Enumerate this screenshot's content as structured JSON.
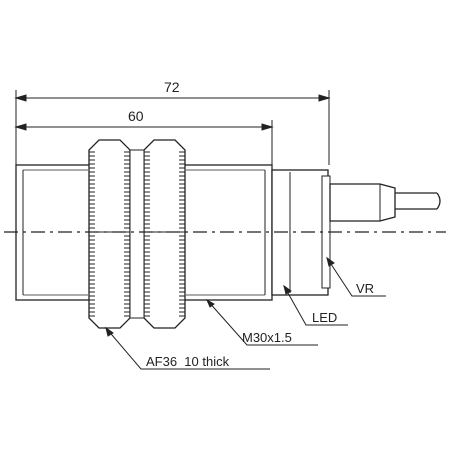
{
  "dimensions": {
    "overall_length": "72",
    "body_length": "60"
  },
  "callouts": {
    "thread": "M30x1.5",
    "nut": "AF36  10 thick",
    "led": "LED",
    "vr": "VR"
  },
  "colors": {
    "line": "#222222",
    "background": "#ffffff"
  }
}
